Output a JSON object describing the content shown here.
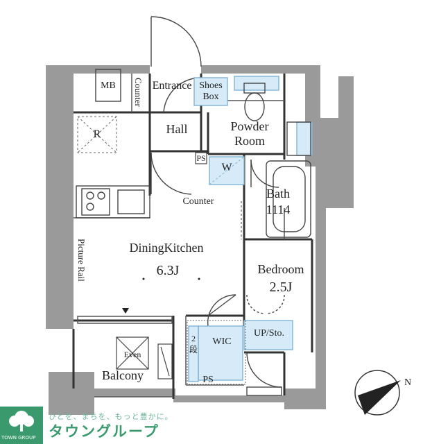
{
  "rooms": {
    "mb": "MB",
    "counter_vertical": "Counter",
    "entrance": "Entrance",
    "shoes_box_line1": "Shoes",
    "shoes_box_line2": "Box",
    "hall": "Hall",
    "powder_room_line1": "Powder",
    "powder_room_line2": "Room",
    "ps_top": "PS",
    "washer": "W",
    "counter": "Counter",
    "bath": "Bath",
    "bath_size": "1114",
    "refrigerator": "R",
    "picture_rail": "Picture Rail",
    "dining_kitchen": "DiningKitchen",
    "dining_kitchen_size": "6.3J",
    "bedroom": "Bedroom",
    "bedroom_size": "2.5J",
    "wic": "WIC",
    "up_storage": "UP/Sto.",
    "step_line1": "2",
    "step_line2": "段",
    "ps_bottom": "PS",
    "even": "Even",
    "balcony": "Balcony"
  },
  "compass": {
    "north": "N"
  },
  "logo": {
    "tagline": "ひとを、まちを、もっと豊かに。",
    "name": "タウングループ",
    "sub": "TOWN GROUP",
    "color": "#3a9a6e"
  },
  "colors": {
    "wall": "#9a9a9a",
    "fixture_fill": "#d6ebf7",
    "fixture_stroke": "#7fb3d6"
  }
}
